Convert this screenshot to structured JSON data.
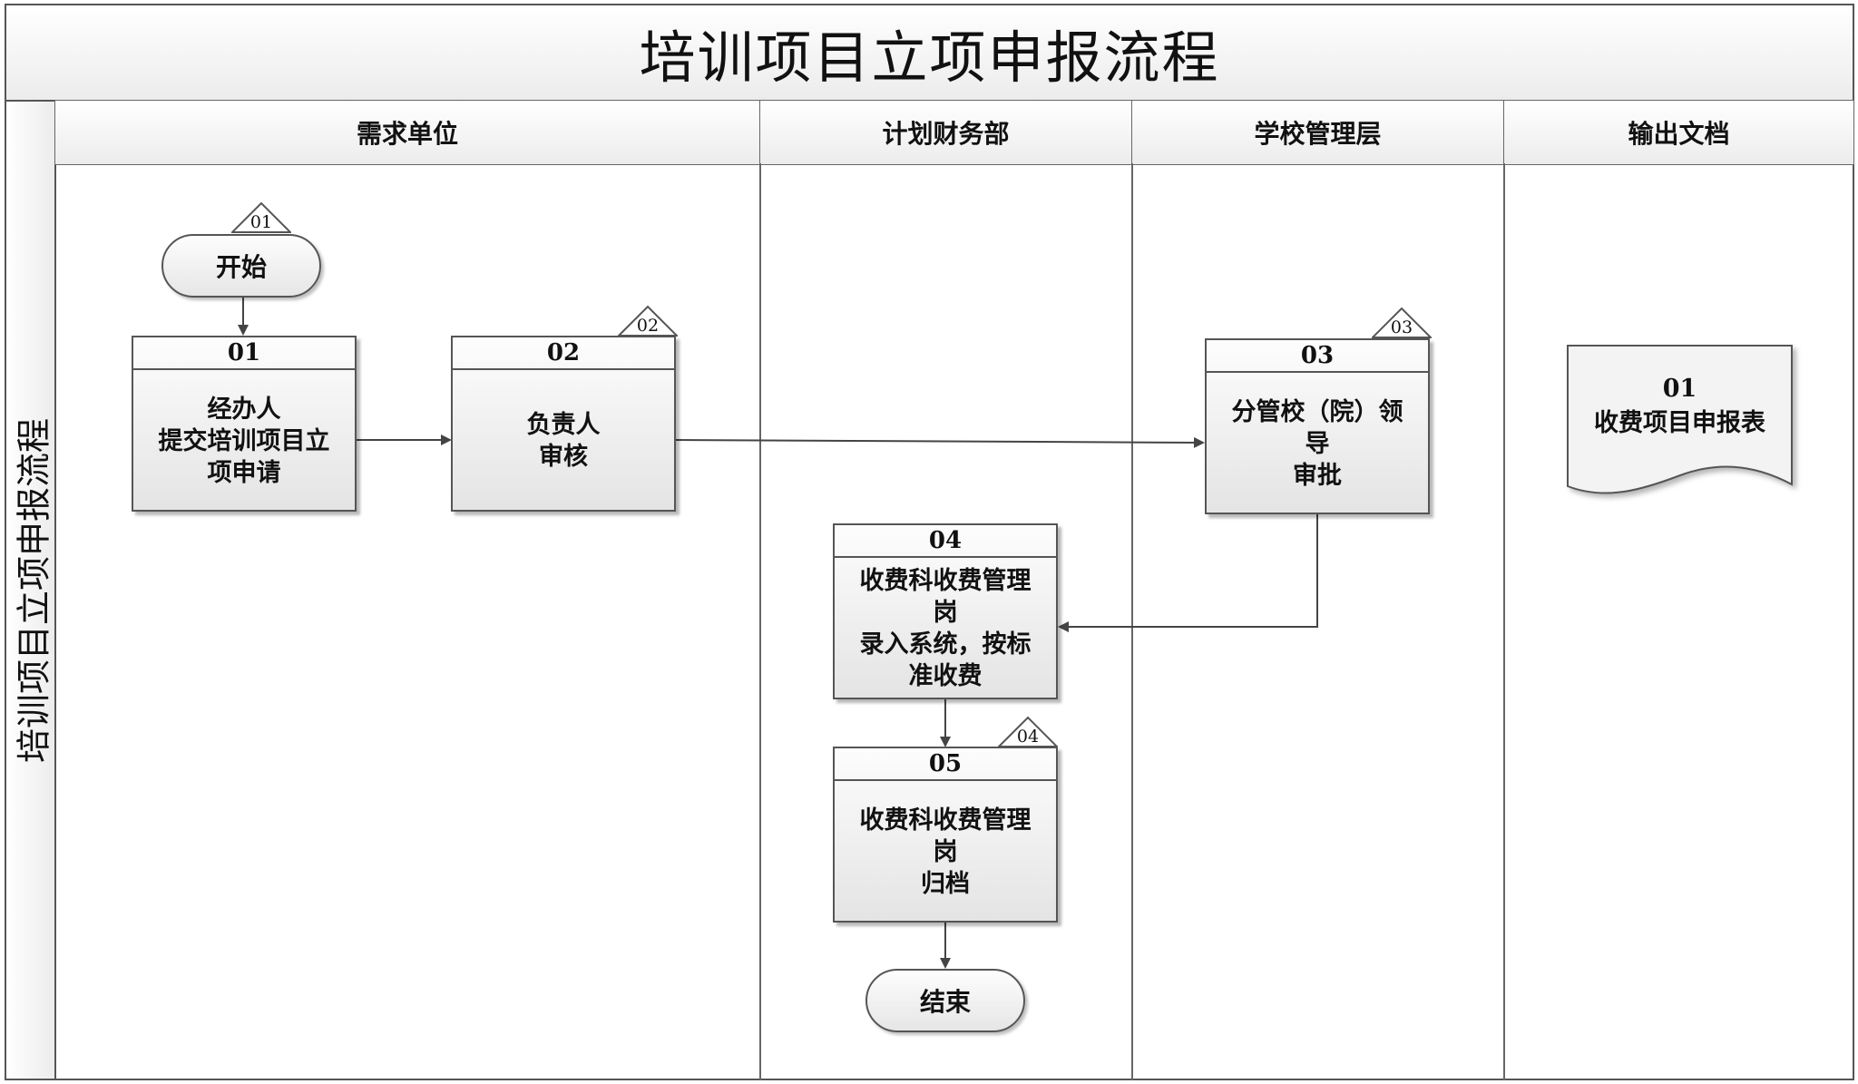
{
  "title": "培训项目立项申报流程",
  "side_label": "培训项目立项申报流程",
  "lanes": [
    "需求单位",
    "计划财务部",
    "学校管理层",
    "输出文档"
  ],
  "start": "开始",
  "end": "结束",
  "tags": {
    "t1": "01",
    "t2": "02",
    "t3": "03",
    "t4": "04"
  },
  "steps": {
    "s01": {
      "id": "01",
      "text": "经办人\n提交培训项目立\n项申请"
    },
    "s02": {
      "id": "02",
      "text": "负责人\n审核"
    },
    "s03": {
      "id": "03",
      "text": "分管校（院）领\n导\n审批"
    },
    "s04": {
      "id": "04",
      "text": "收费科收费管理\n岗\n录入系统，按标\n准收费"
    },
    "s05": {
      "id": "05",
      "text": "收费科收费管理\n岗\n归档"
    }
  },
  "document": {
    "id": "01",
    "name": "收费项目申报表"
  }
}
